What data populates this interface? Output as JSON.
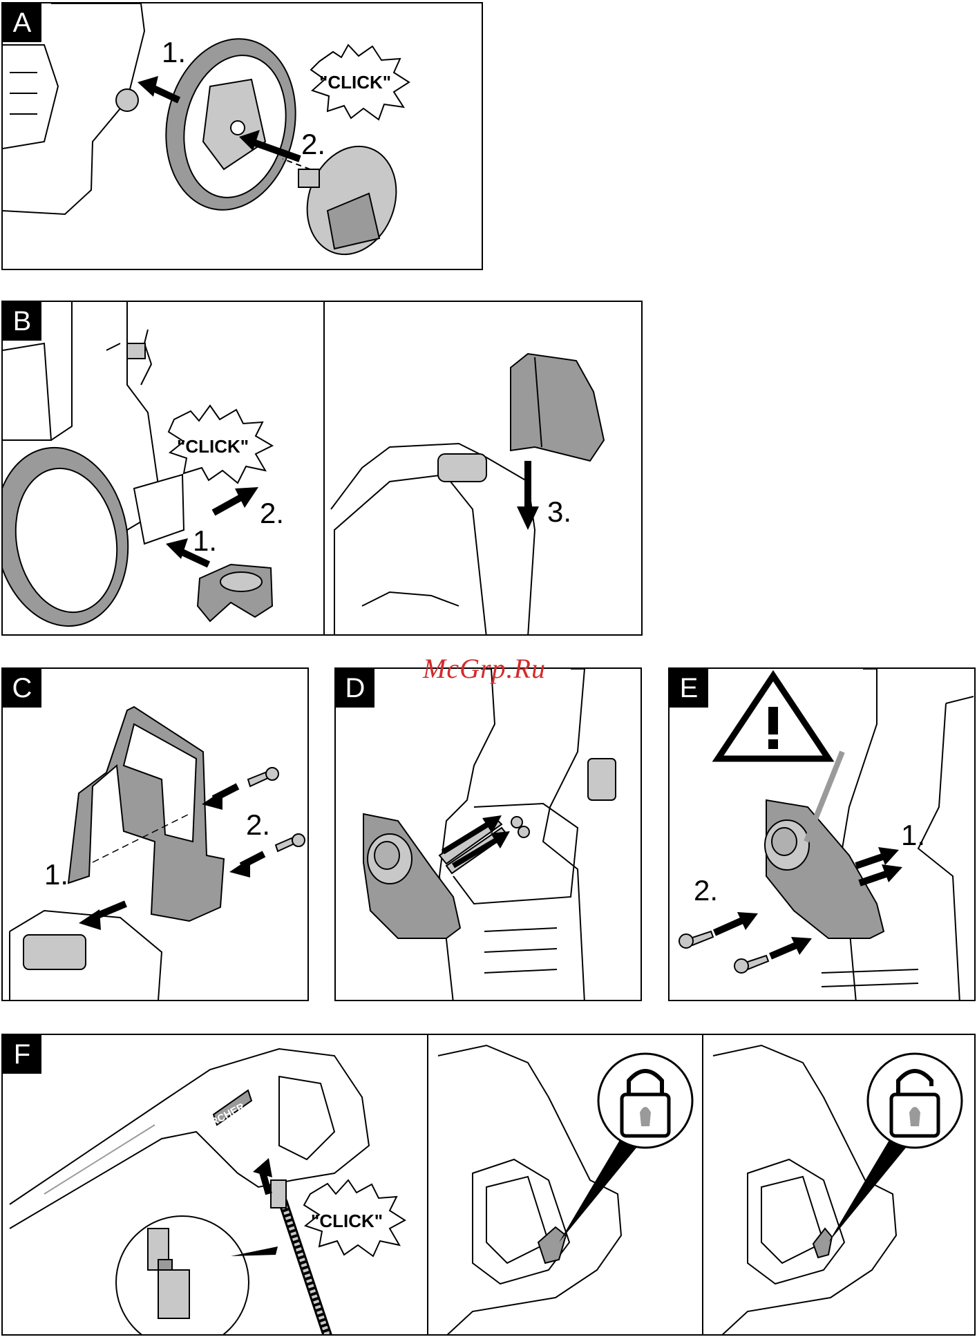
{
  "panels": {
    "a": {
      "letter": "A",
      "step1": "1.",
      "step2": "2.",
      "click": "\"CLICK\""
    },
    "b": {
      "letter": "B",
      "step1": "1.",
      "step2": "2.",
      "step3": "3.",
      "click": "\"CLICK\""
    },
    "c": {
      "letter": "C",
      "step1": "1.",
      "step2": "2."
    },
    "d": {
      "letter": "D"
    },
    "e": {
      "letter": "E",
      "step1": "1.",
      "step2": "2."
    },
    "f": {
      "letter": "F",
      "click": "\"CLICK\"",
      "brand": "KÄRCHER"
    }
  },
  "watermark": "McGrp.Ru",
  "icons": {
    "lock_closed": "padlock-closed-icon",
    "lock_open": "padlock-open-icon",
    "warning": "warning-triangle-icon"
  }
}
